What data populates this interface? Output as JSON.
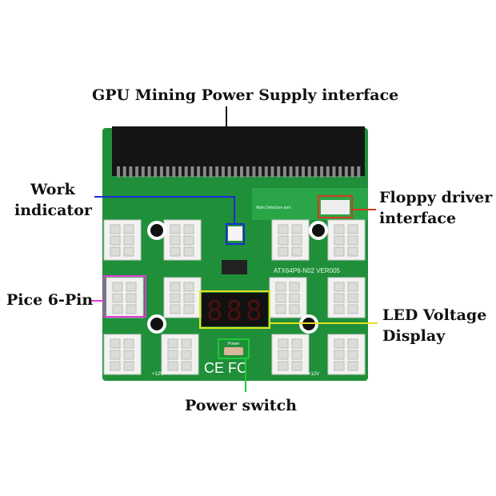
{
  "labels": {
    "gpu": "GPU Mining Power Supply interface",
    "work_1": "Work",
    "work_2": "indicator",
    "floppy_1": "Floppy driver",
    "floppy_2": "interface",
    "pice": "Pice 6-Pin",
    "led_1": "LED Voltage",
    "led_2": "Display",
    "power": "Power switch"
  },
  "board": {
    "model": "ATX64P6-N02 VER005",
    "port_label": "Main Detection port",
    "switch_label": "Power",
    "voltage_left": "+12V",
    "voltage_right": "+12V",
    "cert_marks": "CE FC",
    "display_digits": "888"
  },
  "colors": {
    "board": "#1f8f3a",
    "work_indicator": "#1a2bd6",
    "floppy": "#d23a1f",
    "pice": "#e03ad8",
    "led": "#e8e020",
    "power": "#22c83a"
  }
}
